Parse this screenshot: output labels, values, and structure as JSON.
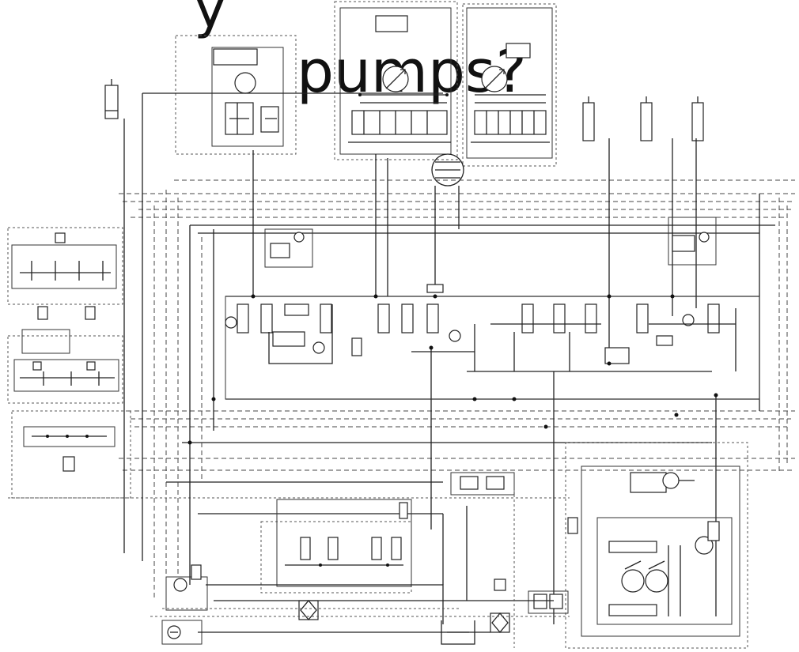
{
  "title": {
    "line1_fragment": "y                                            g",
    "line2": "pumps?"
  },
  "colors": {
    "background": "#ffffff",
    "ink": "#222222",
    "text": "#111111"
  },
  "components": {
    "pump_symbols": "circle-with-arrow",
    "valve_symbols": "rect-spool",
    "cylinder_symbols": "rect-rod",
    "tank_symbol": "open-tank"
  }
}
